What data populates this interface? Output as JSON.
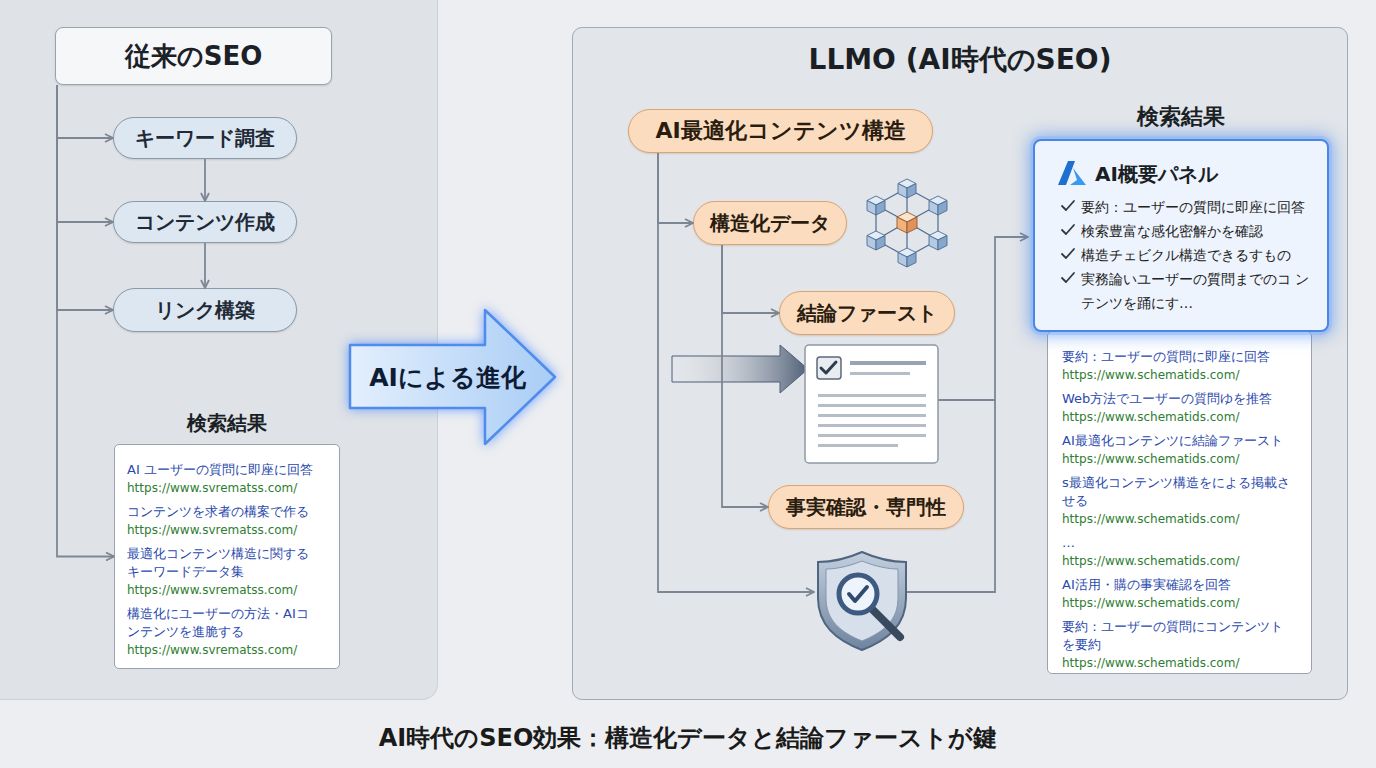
{
  "diagram": {
    "caption": "AI時代のSEO効果：構造化データと結論ファーストが鍵",
    "nodes": [
      {
        "text": []
      },
      {
        "text": [
          "従来のSEO"
        ],
        "in": 0
      },
      {
        "text": [
          "キーワード調査"
        ],
        "in": 0
      },
      {
        "text": [
          "コンテンツ作成"
        ],
        "in": 0
      },
      {
        "text": [
          "リンク構築"
        ],
        "in": 0
      },
      {
        "text": [
          "検索結果",
          "AI ユーザーの質問に即座に回答",
          "https://www.svrematss.com/",
          "コンテンツを求者の構案で作る",
          "https://www.svrematss.com/",
          "最適化コンテンツ構造に関する キーワードデータ集",
          "https://www.svrematss.com/",
          "構造化にユーザーの方法・AIコ ンテンツを進脆する",
          "https://www.svrematss.com/"
        ],
        "in": 0
      },
      {
        "text": [
          "AIによる進化"
        ]
      },
      {
        "text": [
          "LLMO (AI時代のSEO)"
        ]
      },
      {
        "text": [
          "AI最適化コンテンツ構造"
        ],
        "in": 7
      },
      {
        "text": [
          "構造化データ"
        ],
        "in": 7
      },
      {
        "text": [
          "結論ファースト"
        ],
        "in": 7
      },
      {
        "text": [
          "事実確認・専門性"
        ],
        "in": 7
      },
      {
        "text": [
          "検索結果",
          "AI概要パネル",
          "要約：ユーザーの質問に即座に回答",
          "検索豊富な感化密解かを確認",
          "構造チェビクル構造できるすもの",
          "実務論いユーザーの質問までのコ ンテンツを踊にす…"
        ],
        "in": 7
      },
      {
        "text": [
          "要約：ユーザーの質問に即座に回答",
          "https://www.schematids.com/",
          "Web方法でユーザーの質問ゆを推答",
          "https://www.schematids.com/",
          "AI最適化コンテンツに結論ファースト",
          "https://www.schematids.com/",
          "s最適化コンテンツ構造をによる掲載さ せる",
          "https://www.schematids.com/",
          "…",
          "https://www.schematids.com/",
          "AI活用・購の事実確認を回答",
          "https://www.schematids.com/",
          "要約：ユーザーの質問にコンテンツト を要約",
          "https://www.schematids.com/"
        ],
        "in": 7
      }
    ],
    "edges": [
      {
        "from": 1,
        "to": 2,
        "arrow": "to"
      },
      {
        "from": 2,
        "to": 3,
        "arrow": "to"
      },
      {
        "from": 1,
        "to": 3,
        "arrow": "to"
      },
      {
        "from": 3,
        "to": 4,
        "arrow": "to"
      },
      {
        "from": 1,
        "to": 4,
        "arrow": "to"
      },
      {
        "from": 1,
        "to": 5,
        "arrow": "to"
      },
      {
        "from": 8,
        "to": 9,
        "arrow": "to"
      },
      {
        "from": 9,
        "to": 10,
        "arrow": "to"
      },
      {
        "from": 9,
        "to": 11,
        "arrow": "to"
      }
    ]
  }
}
